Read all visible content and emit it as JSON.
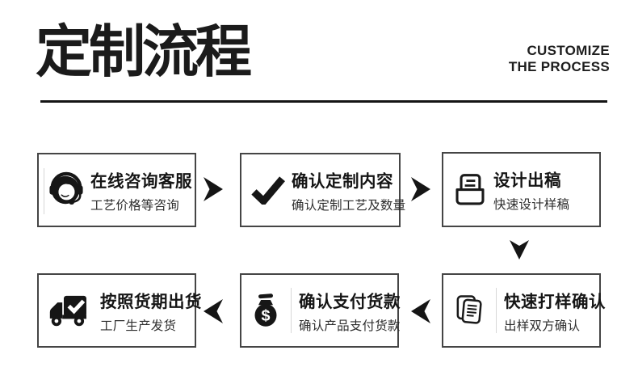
{
  "header": {
    "title": "定制流程",
    "subtitle_line1": "CUSTOMIZE",
    "subtitle_line2": "THE PROCESS"
  },
  "icons": {
    "money_symbol": "$",
    "list": [
      "headset-agent-icon",
      "checkmark-icon",
      "design-draft-inbox-icon",
      "sample-documents-icon",
      "money-bag-icon",
      "delivery-truck-icon"
    ]
  },
  "steps": [
    {
      "icon": "headset-agent-icon",
      "title": "在线咨询客服",
      "subtitle": "工艺价格等咨询"
    },
    {
      "icon": "checkmark-icon",
      "title": "确认定制内容",
      "subtitle": "确认定制工艺及数量"
    },
    {
      "icon": "design-draft-inbox-icon",
      "title": "设计出稿",
      "subtitle": "快速设计样稿"
    },
    {
      "icon": "sample-documents-icon",
      "title": "快速打样确认",
      "subtitle": "出样双方确认"
    },
    {
      "icon": "money-bag-icon",
      "title": "确认支付货款",
      "subtitle": "确认产品支付货款"
    },
    {
      "icon": "delivery-truck-icon",
      "title": "按照货期出货",
      "subtitle": "工厂生产发货"
    }
  ],
  "colors": {
    "ink": "#1a1a1a",
    "box_border": "#454545",
    "accent_line": "#d7d7d7",
    "background": "#ffffff"
  }
}
